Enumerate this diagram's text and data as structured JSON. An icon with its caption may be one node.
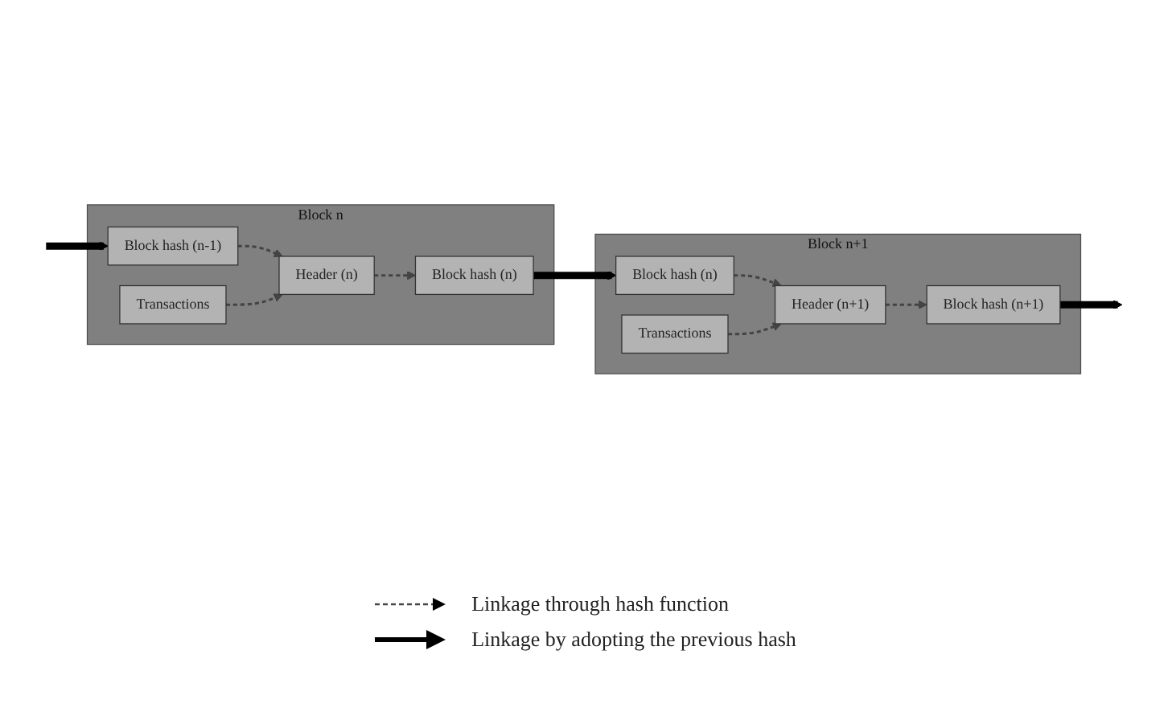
{
  "diagram": {
    "nodes": [
      {
        "text": [
          "Block n"
        ]
      },
      {
        "text": [
          "Block hash (n-1)"
        ],
        "in": 0
      },
      {
        "text": [
          "Transactions"
        ],
        "in": 0
      },
      {
        "text": [
          "Header (n)"
        ],
        "in": 0
      },
      {
        "text": [
          "Block hash (n)"
        ],
        "in": 0
      },
      {
        "text": [
          "Block n+1"
        ]
      },
      {
        "text": [
          "Block hash (n)"
        ],
        "in": 5
      },
      {
        "text": [
          "Transactions"
        ],
        "in": 5
      },
      {
        "text": [
          "Header (n+1)"
        ],
        "in": 5
      },
      {
        "text": [
          "Block hash (n+1)"
        ],
        "in": 5
      }
    ],
    "edges": [
      {
        "from": null,
        "to": 1,
        "arrow": "to",
        "style": "thick"
      },
      {
        "from": 1,
        "to": 3,
        "arrow": "to",
        "style": "dashed"
      },
      {
        "from": 2,
        "to": 3,
        "arrow": "to",
        "style": "dashed"
      },
      {
        "from": 3,
        "to": 4,
        "arrow": "to",
        "style": "dashed"
      },
      {
        "from": 4,
        "to": 6,
        "arrow": "to",
        "style": "thick"
      },
      {
        "from": 6,
        "to": 8,
        "arrow": "to",
        "style": "dashed"
      },
      {
        "from": 7,
        "to": 8,
        "arrow": "to",
        "style": "dashed"
      },
      {
        "from": 8,
        "to": 9,
        "arrow": "to",
        "style": "dashed"
      },
      {
        "from": 9,
        "to": null,
        "arrow": "to",
        "style": "thick"
      }
    ],
    "legend": [
      {
        "text": "Linkage through hash function"
      },
      {
        "text": "Linkage by adopting the previous hash"
      }
    ]
  }
}
